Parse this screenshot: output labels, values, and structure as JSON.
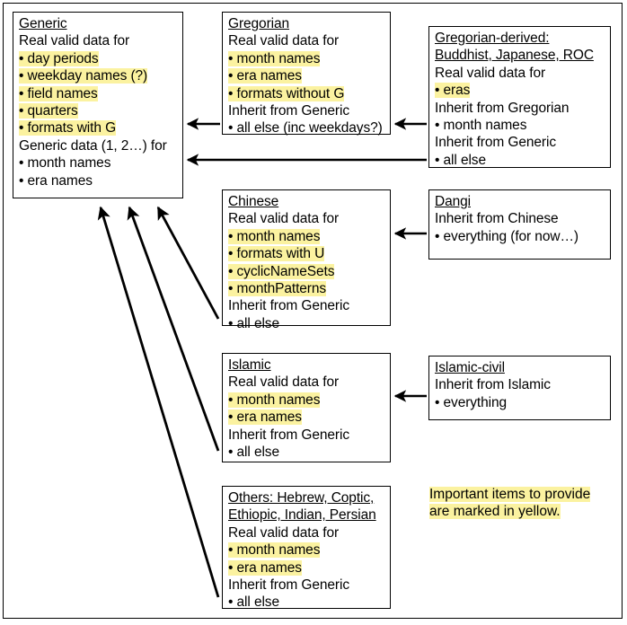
{
  "diagram": {
    "title": "Calendar data inheritance diagram",
    "colors": {
      "highlight": "#fbf2a0",
      "stroke": "#000000",
      "background": "#ffffff"
    },
    "note": {
      "line1": "Important items to provide",
      "line2": "are marked in yellow."
    },
    "boxes": [
      {
        "id": "generic",
        "name": "generic-box",
        "lines": [
          {
            "text": "Generic",
            "style": "title"
          },
          {
            "text": "Real valid data for",
            "style": "plain"
          },
          {
            "text": "• day periods",
            "style": "highlight"
          },
          {
            "text": "• weekday names (?)",
            "style": "highlight"
          },
          {
            "text": "• field names",
            "style": "highlight"
          },
          {
            "text": "• quarters",
            "style": "highlight"
          },
          {
            "text": "• formats with G",
            "style": "highlight"
          },
          {
            "text": "Generic data (1, 2…) for",
            "style": "plain"
          },
          {
            "text": "• month names",
            "style": "plain"
          },
          {
            "text": "• era names",
            "style": "plain"
          }
        ]
      },
      {
        "id": "gregorian",
        "name": "gregorian-box",
        "lines": [
          {
            "text": "Gregorian",
            "style": "title"
          },
          {
            "text": "Real valid data for",
            "style": "plain"
          },
          {
            "text": "• month names",
            "style": "highlight"
          },
          {
            "text": "• era names",
            "style": "highlight"
          },
          {
            "text": "• formats without G",
            "style": "highlight"
          },
          {
            "text": "Inherit from Generic",
            "style": "plain"
          },
          {
            "text": "• all else (inc weekdays?)",
            "style": "plain"
          }
        ]
      },
      {
        "id": "gregorian-derived",
        "name": "gregorian-derived-box",
        "lines": [
          {
            "text": "Gregorian-derived:",
            "style": "title"
          },
          {
            "text": "Buddhist, Japanese, ROC",
            "style": "title"
          },
          {
            "text": "Real valid data for",
            "style": "plain"
          },
          {
            "text": "• eras",
            "style": "highlight"
          },
          {
            "text": "Inherit from Gregorian",
            "style": "plain"
          },
          {
            "text": "• month names",
            "style": "plain"
          },
          {
            "text": "Inherit from Generic",
            "style": "plain"
          },
          {
            "text": "• all else",
            "style": "plain"
          }
        ]
      },
      {
        "id": "chinese",
        "name": "chinese-box",
        "lines": [
          {
            "text": "Chinese",
            "style": "title"
          },
          {
            "text": "Real valid data for",
            "style": "plain"
          },
          {
            "text": "• month names",
            "style": "highlight"
          },
          {
            "text": "• formats with U",
            "style": "highlight"
          },
          {
            "text": "• cyclicNameSets",
            "style": "highlight"
          },
          {
            "text": "• monthPatterns",
            "style": "highlight"
          },
          {
            "text": "Inherit from Generic",
            "style": "plain"
          },
          {
            "text": "• all else",
            "style": "plain"
          }
        ]
      },
      {
        "id": "dangi",
        "name": "dangi-box",
        "lines": [
          {
            "text": "Dangi",
            "style": "title"
          },
          {
            "text": "Inherit from Chinese",
            "style": "plain"
          },
          {
            "text": "• everything (for now…)",
            "style": "plain"
          }
        ]
      },
      {
        "id": "islamic",
        "name": "islamic-box",
        "lines": [
          {
            "text": "Islamic",
            "style": "title"
          },
          {
            "text": "Real valid data for",
            "style": "plain"
          },
          {
            "text": "• month names",
            "style": "highlight"
          },
          {
            "text": "• era names",
            "style": "highlight"
          },
          {
            "text": "Inherit from Generic",
            "style": "plain"
          },
          {
            "text": "• all else",
            "style": "plain"
          }
        ]
      },
      {
        "id": "islamic-civil",
        "name": "islamic-civil-box",
        "lines": [
          {
            "text": "Islamic-civil",
            "style": "title"
          },
          {
            "text": "Inherit from Islamic",
            "style": "plain"
          },
          {
            "text": "• everything",
            "style": "plain"
          }
        ]
      },
      {
        "id": "others",
        "name": "others-box",
        "lines": [
          {
            "text": "Others: Hebrew, Coptic,",
            "style": "title"
          },
          {
            "text": "Ethiopic, Indian, Persian",
            "style": "title"
          },
          {
            "text": "Real valid data for",
            "style": "plain"
          },
          {
            "text": "• month names",
            "style": "highlight"
          },
          {
            "text": "• era names",
            "style": "highlight"
          },
          {
            "text": "Inherit from Generic",
            "style": "plain"
          },
          {
            "text": "• all else",
            "style": "plain"
          }
        ]
      }
    ],
    "arrows": [
      {
        "id": "gregorian-to-generic",
        "from": "gregorian",
        "to": "generic"
      },
      {
        "id": "gregorian-derived-to-gregorian",
        "from": "gregorian-derived",
        "to": "gregorian"
      },
      {
        "id": "gregorian-derived-to-generic",
        "from": "gregorian-derived",
        "to": "generic"
      },
      {
        "id": "dangi-to-chinese",
        "from": "dangi",
        "to": "chinese"
      },
      {
        "id": "islamic-civil-to-islamic",
        "from": "islamic-civil",
        "to": "islamic"
      },
      {
        "id": "chinese-to-generic",
        "from": "chinese",
        "to": "generic"
      },
      {
        "id": "islamic-to-generic",
        "from": "islamic",
        "to": "generic"
      },
      {
        "id": "others-to-generic",
        "from": "others",
        "to": "generic"
      }
    ]
  }
}
